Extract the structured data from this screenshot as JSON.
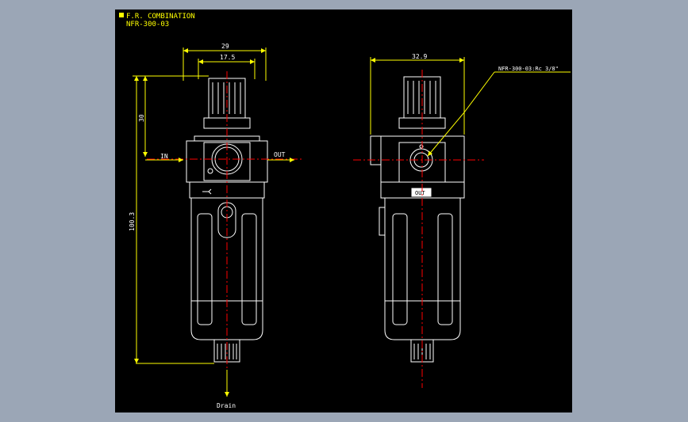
{
  "title": {
    "line1": "F.R. COMBINATION",
    "line2": "NFR-300-03"
  },
  "dimensions": {
    "overall_width": "29",
    "inner_width": "17.5",
    "side_width": "32.9",
    "top_height": "30",
    "overall_height": "100.3"
  },
  "labels": {
    "in": "IN",
    "out": "OUT",
    "drain": "Drain",
    "port_callout": "NFR-300-03:Rc 3/8\"",
    "side_out_badge": "OUT"
  },
  "colors": {
    "background": "#9ba6b6",
    "canvas": "#000000",
    "outline": "#ffffff",
    "dimension": "#ffff00",
    "centerline": "#ff0000"
  }
}
